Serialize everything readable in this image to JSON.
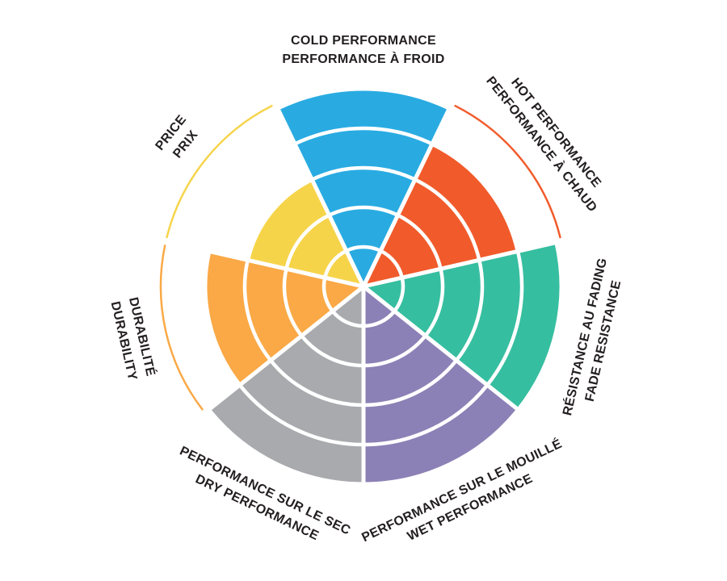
{
  "chart_data": {
    "type": "polar_sector_chart",
    "description": "Seven-sector circular performance wheel, each sector filled to a rating out of 5 rings; sectors below max show a thin colored arc at the maximum-scale radius",
    "scale": {
      "min": 0,
      "max": 5,
      "rings": 5
    },
    "direction": "clockwise_from_top",
    "background_color": "#FFFFFF",
    "label_text_color": "#231F20",
    "ring_separator_color": "#FFFFFF",
    "categories": [
      {
        "id": "cold-performance",
        "label_en": "COLD PERFORMANCE",
        "label_fr": "PERFORMANCE À FROID",
        "value": 5,
        "color": "#29ABE2"
      },
      {
        "id": "hot-performance",
        "label_en": "HOT PERFORMANCE",
        "label_fr": "PERFORMANCE À CHAUD",
        "value": 4,
        "color": "#F15B2B"
      },
      {
        "id": "fade-resistance",
        "label_en": "FADE RESISTANCE",
        "label_fr": "RÉSISTANCE AU FADING",
        "value": 5,
        "color": "#36BEA0"
      },
      {
        "id": "wet-performance",
        "label_en": "WET PERFORMANCE",
        "label_fr": "PERFORMANCE SUR LE MOUILLÉ",
        "value": 5,
        "color": "#8C81B6"
      },
      {
        "id": "dry-performance",
        "label_en": "DRY PERFORMANCE",
        "label_fr": "PERFORMANCE SUR LE SEC",
        "value": 5,
        "color": "#A8AAAD"
      },
      {
        "id": "durability",
        "label_en": "DURABILITY",
        "label_fr": "DURABILITÉ",
        "value": 4,
        "color": "#FAA946"
      },
      {
        "id": "price",
        "label_en": "PRICE",
        "label_fr": "PRIX",
        "value": 3,
        "color": "#F6D44A"
      }
    ]
  }
}
